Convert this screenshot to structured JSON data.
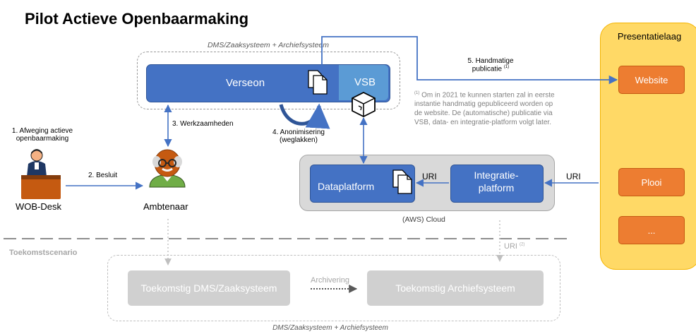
{
  "title": "Pilot Actieve Openbaarmaking",
  "top_group_label": "DMS/Zaaksysteem + Archiefsysteem",
  "verseon": "Verseon",
  "vsb": "VSB",
  "presentation_layer": {
    "title": "Presentatielaag",
    "items": [
      "Website",
      "Plooi",
      "..."
    ]
  },
  "step5": {
    "line1": "5. Handmatige",
    "line2": "publicatie",
    "sup": "(1)"
  },
  "footnote": {
    "sup": "(1)",
    "lines": [
      "Om in 2021 te kunnen starten zal in eerste",
      "instantie handmatig gepubliceerd worden op",
      "de website. De (automatische) publicatie via",
      "VSB, data- en integratie-platform volgt later."
    ]
  },
  "step1": {
    "line1": "1. Afweging actieve",
    "line2": "openbaarmaking"
  },
  "step2": "2. Besluit",
  "step3": "3. Werkzaamheden",
  "step4": {
    "line1": "4. Anonimisering",
    "line2": "(weglakken)"
  },
  "wob_desk": "WOB-Desk",
  "ambtenaar": "Ambtenaar",
  "dataplatform": "Dataplatform",
  "integratie": {
    "line1": "Integratie-",
    "line2": "platform"
  },
  "uri1": "URI",
  "uri2": "URI",
  "cloud_label": "(AWS) Cloud",
  "future": {
    "label": "Toekomstscenario",
    "uri": "URI",
    "uri_sup": "(2)",
    "dms": "Toekomstig DMS/Zaaksysteem",
    "archivering": "Archivering",
    "archief": "Toekomstig Archiefsysteem",
    "bottom_label": "DMS/Zaaksysteem + Archiefsysteem"
  }
}
